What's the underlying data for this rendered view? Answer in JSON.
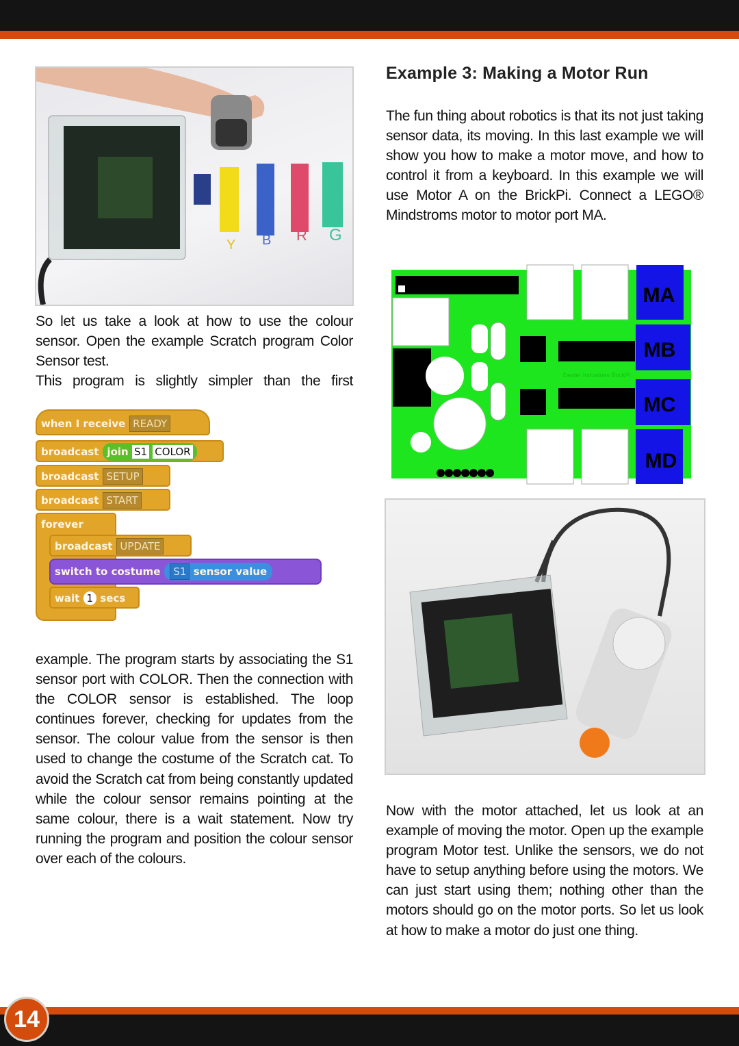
{
  "page_number": "14",
  "colors": {
    "accent_orange": "#d44c0c",
    "bar_black": "#141414",
    "board_green": "#1ee61e",
    "port_blue": "#1414e6"
  },
  "left": {
    "photo1": {
      "labels": [
        "Y",
        "B",
        "R",
        "G"
      ]
    },
    "para1": "So let us take a look at how to use the colour sensor.  Open the example Scratch program Color Sensor test.",
    "para2_start": "This program is slightly simpler than the first",
    "scratch": {
      "hat": {
        "label": "when I receive",
        "value": "READY"
      },
      "b1": {
        "label": "broadcast",
        "join": "join",
        "arg1": "S1",
        "arg2": "COLOR"
      },
      "b2": {
        "label": "broadcast",
        "value": "SETUP"
      },
      "b3": {
        "label": "broadcast",
        "value": "START"
      },
      "forever": "forever",
      "b4": {
        "label": "broadcast",
        "value": "UPDATE"
      },
      "costume": {
        "label": "switch to costume",
        "sensor": "S1",
        "reporter": "sensor value"
      },
      "wait": {
        "label": "wait",
        "value": "1",
        "unit": "secs"
      }
    },
    "para2_rest": "example.  The program starts by associating the S1 sensor port with COLOR.  Then the connection with the COLOR sensor is established.  The loop continues forever, checking for updates from the sensor.  The colour value from the sensor is then used to change the costume of the Scratch cat.  To avoid the Scratch cat from being constantly updated while the colour sensor remains pointing at the same colour, there is a wait statement.  Now try running the program and position the colour sensor over each of the colours."
  },
  "right": {
    "heading": "Example 3:  Making a Motor Run",
    "para1": "The fun thing about robotics is that its not just taking sensor data, its moving.  In this last example we will show you how to make a motor move, and how to control it from a keyboard.  In this example we will use Motor A on the BrickPi. Connect a LEGO® Mindstroms motor to motor port MA.",
    "board": {
      "ports": [
        "MA",
        "MB",
        "MC",
        "MD"
      ],
      "silkscreen": "Dexter Industries BrickPi"
    },
    "para2": "Now with the motor attached, let us look at an example of moving the motor.  Open up the example program Motor test. Unlike the sensors, we do not have to setup anything before using the motors.  We can just start using them; nothing other than the motors should go on the motor ports.  So let us look at how to make a motor do just one thing."
  }
}
